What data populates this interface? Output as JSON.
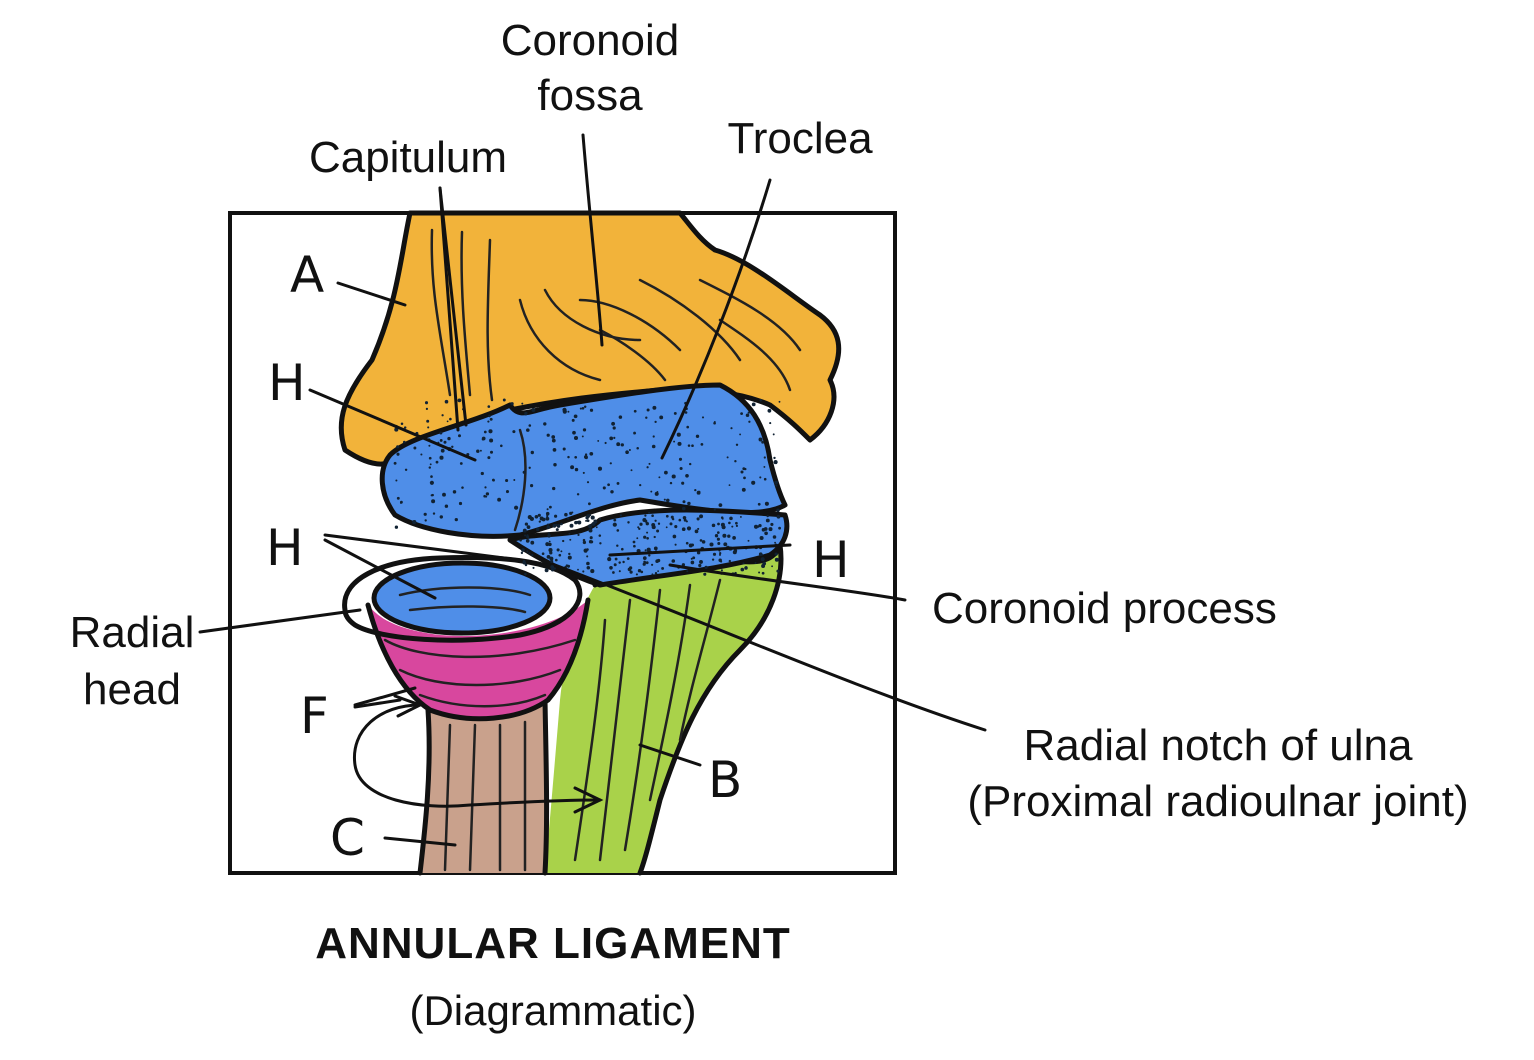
{
  "colors": {
    "humerus": "#f2b33a",
    "articular_cartilage": "#4f8ee8",
    "ulna": "#a9d24a",
    "annular_ligament": "#d8479e",
    "radius_shaft": "#c9a18c",
    "outline": "#111111"
  },
  "labels": {
    "coronoid_fossa": [
      "Coronoid",
      "fossa"
    ],
    "capitulum": "Capitulum",
    "troclea": "Troclea",
    "coronoid_process": "Coronoid process",
    "radial_head": [
      "Radial",
      "head"
    ],
    "radial_notch": [
      "Radial notch of ulna",
      "(Proximal radioulnar joint)"
    ]
  },
  "letters": {
    "a": "A",
    "h1": "H",
    "h2": "H",
    "h3": "H",
    "f": "F",
    "b": "B",
    "c": "C"
  },
  "caption": {
    "title": "ANNULAR LIGAMENT",
    "subtitle": "(Diagrammatic)"
  }
}
